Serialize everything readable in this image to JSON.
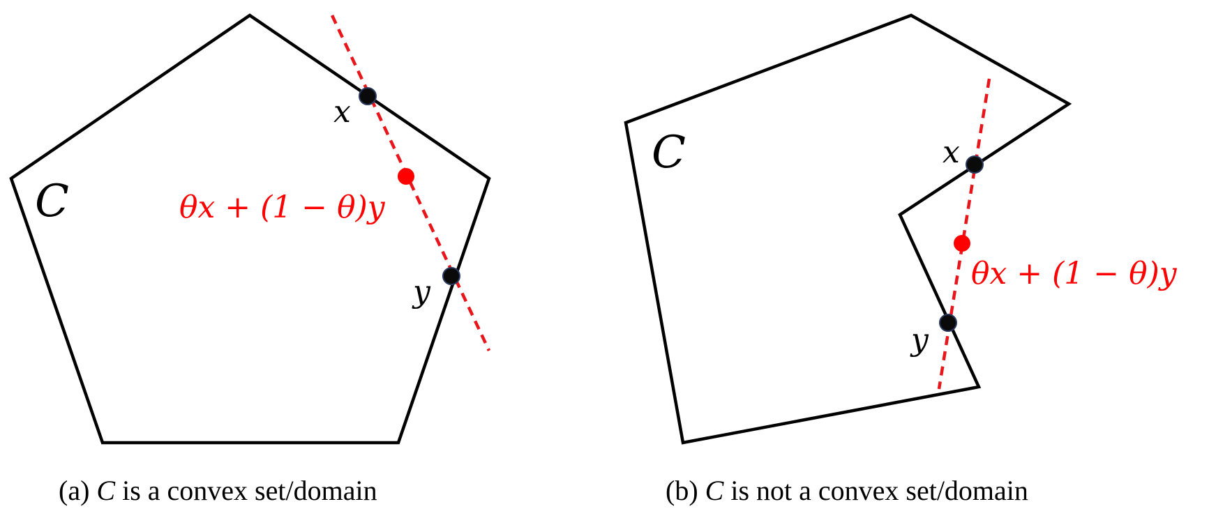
{
  "panels": [
    {
      "set_label": "C",
      "point_x_label": "x",
      "point_y_label": "y",
      "combination_label": "θx + (1 − θ)y",
      "caption": {
        "prefix": "(a)",
        "set": "C",
        "suffix": "is a convex set/domain"
      }
    },
    {
      "set_label": "C",
      "point_x_label": "x",
      "point_y_label": "y",
      "combination_label": "θx + (1 − θ)y",
      "caption": {
        "prefix": "(b)",
        "set": "C",
        "suffix": "is not a convex set/domain"
      }
    }
  ],
  "colors": {
    "outline": "#000000",
    "segment": "#e8161b",
    "combination_point": "#ff0000"
  }
}
